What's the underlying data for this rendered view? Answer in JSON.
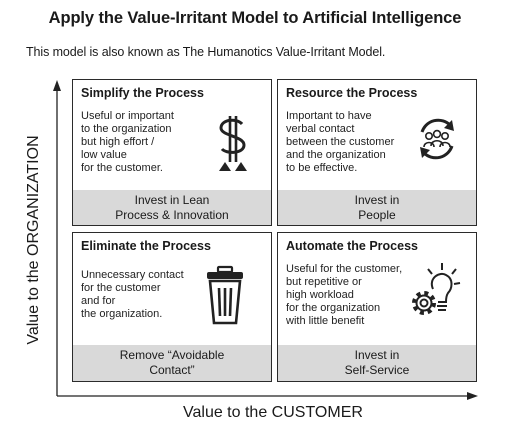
{
  "title": "Apply the Value-Irritant Model to Artificial Intelligence",
  "subtitle": "This model is also known as The Humanotics Value-Irritant Model.",
  "y_axis_label": "Value to the ORGANIZATION",
  "x_axis_label": "Value to the CUSTOMER",
  "quadrants": [
    {
      "heading": "Simplify the Process",
      "body": "Useful or important\nto the organization\nbut high effort /\nlow value\nfor the customer.",
      "footer": "Invest in Lean\nProcess & Innovation",
      "icon": "dollar-arrows-icon"
    },
    {
      "heading": "Resource the Process",
      "body": "Important to have\nverbal contact\nbetween the customer\nand the organization\nto be effective.",
      "footer": "Invest in\nPeople",
      "icon": "people-cycle-icon"
    },
    {
      "heading": "Eliminate the Process",
      "body": "Unnecessary contact\nfor the customer\nand for\nthe organization.",
      "footer": "Remove “Avoidable\nContact”",
      "icon": "trash-can-icon"
    },
    {
      "heading": "Automate the Process",
      "body": "Useful for the customer,\nbut repetitive or\nhigh workload\nfor the organization\nwith little benefit",
      "footer": "Invest in\nSelf-Service",
      "icon": "lightbulb-gear-icon"
    }
  ]
}
